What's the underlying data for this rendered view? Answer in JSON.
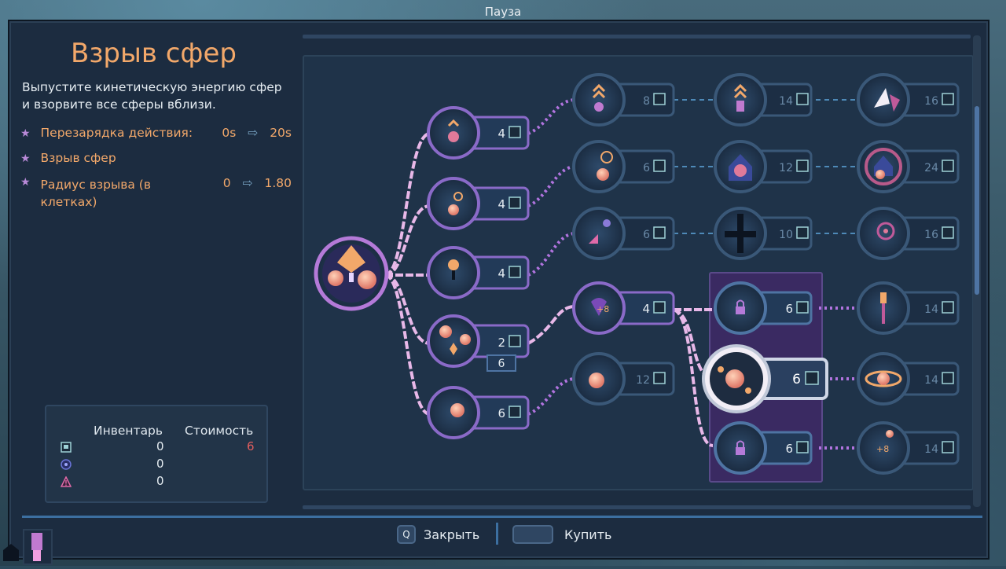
{
  "pause_title": "Пауза",
  "skill": {
    "title": "Взрыв сфер",
    "description": "Выпустите кинетическую энергию сфер и взорвите все сферы вблизи.",
    "stats": [
      {
        "label": "Перезарядка действия:",
        "from": "0s",
        "to": "20s"
      },
      {
        "label": "Взрыв сфер",
        "from": "",
        "to": ""
      },
      {
        "label": "Радиус взрыва (в клетках)",
        "from": "0",
        "to": "1.80"
      }
    ]
  },
  "inventory": {
    "header_inventory": "Инвентарь",
    "header_cost": "Стоимость",
    "rows": [
      {
        "icon": "chip-icon",
        "value": "0",
        "cost": "6"
      },
      {
        "icon": "orb-icon",
        "value": "0",
        "cost": ""
      },
      {
        "icon": "warning-icon",
        "value": "0",
        "cost": ""
      }
    ]
  },
  "tree": {
    "root": {
      "name": "orb-burst-root-node"
    },
    "col1": [
      {
        "cost": "4"
      },
      {
        "cost": "4"
      },
      {
        "cost": "4"
      },
      {
        "cost": "2",
        "sub_cost": "6"
      },
      {
        "cost": "6"
      }
    ],
    "col2": [
      {
        "cost": "8"
      },
      {
        "cost": "6"
      },
      {
        "cost": "6"
      },
      {
        "cost": "4"
      },
      {
        "cost": "12"
      }
    ],
    "col3": [
      {
        "cost": "14"
      },
      {
        "cost": "12"
      },
      {
        "cost": "10"
      },
      {
        "cost": "6"
      },
      {
        "cost": "6"
      },
      {
        "cost": "6"
      }
    ],
    "col4": [
      {
        "cost": "16"
      },
      {
        "cost": "24"
      },
      {
        "cost": "16"
      },
      {
        "cost": "14"
      },
      {
        "cost": "14"
      },
      {
        "cost": "14"
      }
    ]
  },
  "footer": {
    "close_key": "Q",
    "close_label": "Закрыть",
    "buy_label": "Купить"
  },
  "colors": {
    "accent_orange": "#f2a86a",
    "accent_purple": "#b98ad8",
    "cost_red": "#e25e5e",
    "panel": "#1f3349"
  }
}
